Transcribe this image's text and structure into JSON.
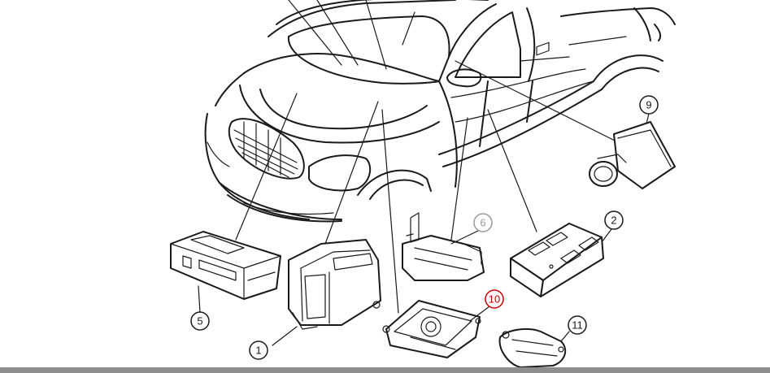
{
  "diagram": {
    "callouts": [
      {
        "id": "1",
        "label": "1"
      },
      {
        "id": "2",
        "label": "2"
      },
      {
        "id": "5",
        "label": "5"
      },
      {
        "id": "6",
        "label": "6"
      },
      {
        "id": "9",
        "label": "9"
      },
      {
        "id": "10",
        "label": "10"
      },
      {
        "id": "11",
        "label": "11"
      }
    ],
    "colors": {
      "line": "#1a1a1a",
      "highlight_callout": "#cc0000",
      "muted_callout": "#9a9a9a",
      "bottom_bar": "#8e8e8e"
    }
  }
}
